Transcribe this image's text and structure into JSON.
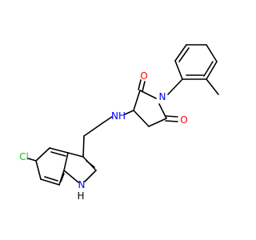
{
  "molecule": {
    "atom_labels": {
      "carbonyl_oxygen_top": "O",
      "carbonyl_oxygen_right": "O",
      "imide_nitrogen": "N",
      "amine_nitrogen": "NH",
      "chlorine": "Cl",
      "indole_nitrogen": "N",
      "indole_hydrogen": "H"
    }
  },
  "colors": {
    "bond": "#000000",
    "oxygen": "#ff0000",
    "nitrogen": "#0000ff",
    "chlorine": "#00cc00",
    "hydrogen_on_nitrogen": "#000000"
  }
}
